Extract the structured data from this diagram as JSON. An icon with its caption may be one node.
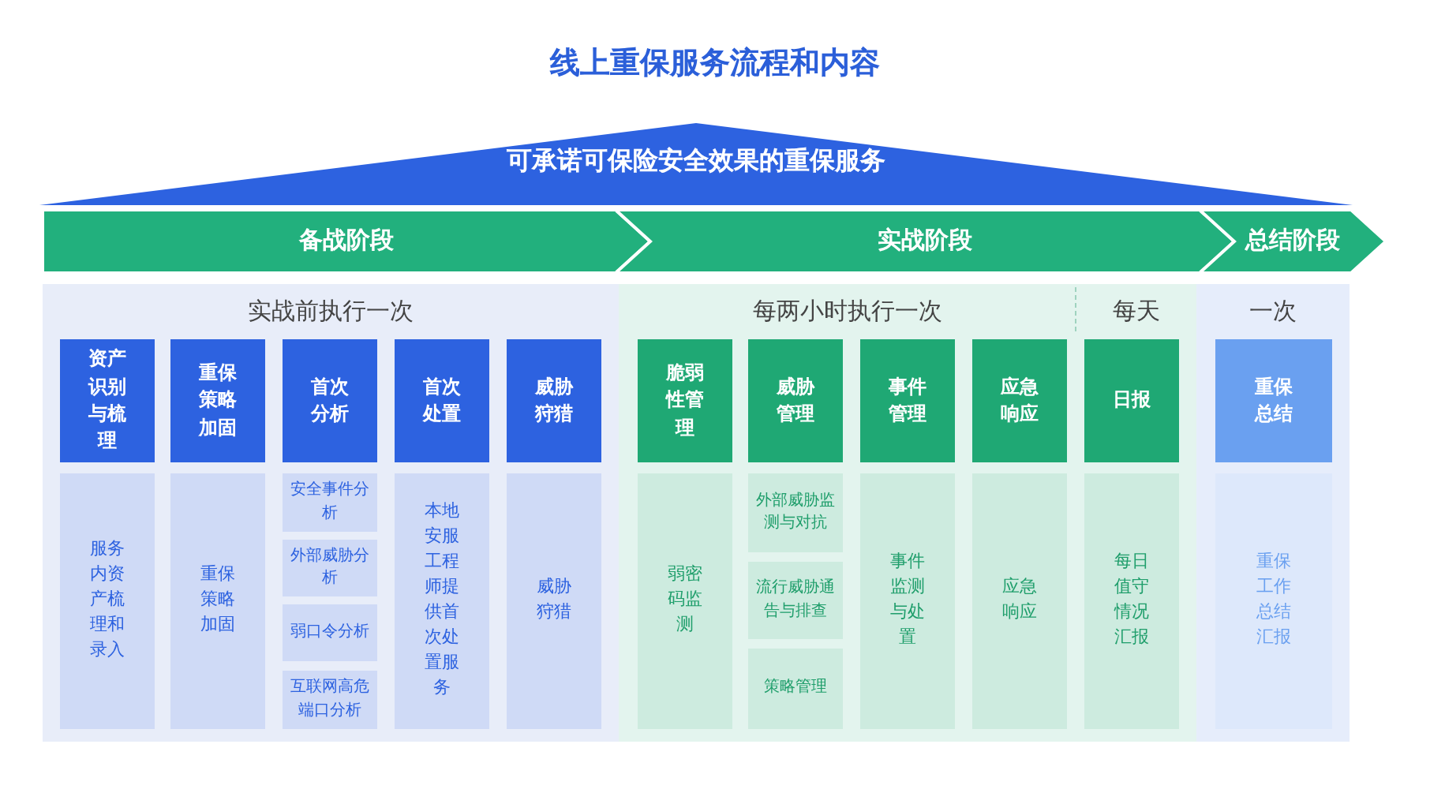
{
  "diagram": {
    "title": "线上重保服务流程和内容",
    "nodes": [
      {
        "text": [
          "可承诺可保险安全效果的重保服务"
        ]
      },
      {
        "text": [
          "备战阶段"
        ]
      },
      {
        "text": [
          "实战阶段"
        ]
      },
      {
        "text": [
          "总结阶段"
        ]
      },
      {
        "text": [
          "实战前执行一次"
        ]
      },
      {
        "text": [
          "每两小时执行一次",
          "每天"
        ]
      },
      {
        "text": [
          "一次"
        ]
      },
      {
        "text": [
          "资产识别与梳理"
        ],
        "in": 4
      },
      {
        "text": [
          "重保策略加固"
        ],
        "in": 4
      },
      {
        "text": [
          "首次分析"
        ],
        "in": 4
      },
      {
        "text": [
          "首次处置"
        ],
        "in": 4
      },
      {
        "text": [
          "威胁狩猎"
        ],
        "in": 4
      },
      {
        "text": [
          "服务内资产梳理和录入"
        ],
        "in": 4
      },
      {
        "text": [
          "重保策略加固"
        ],
        "in": 4
      },
      {
        "text": [
          "安全事件分析"
        ],
        "in": 4
      },
      {
        "text": [
          "外部威胁分析"
        ],
        "in": 4
      },
      {
        "text": [
          "弱口令分析"
        ],
        "in": 4
      },
      {
        "text": [
          "互联网高危端口分析"
        ],
        "in": 4
      },
      {
        "text": [
          "本地安服工程师提供首次处置服务"
        ],
        "in": 4
      },
      {
        "text": [
          "威胁狩猎"
        ],
        "in": 4
      },
      {
        "text": [
          "脆弱性管理"
        ],
        "in": 5
      },
      {
        "text": [
          "威胁管理"
        ],
        "in": 5
      },
      {
        "text": [
          "事件管理"
        ],
        "in": 5
      },
      {
        "text": [
          "应急响应"
        ],
        "in": 5
      },
      {
        "text": [
          "日报"
        ],
        "in": 5
      },
      {
        "text": [
          "弱密码监测"
        ],
        "in": 5
      },
      {
        "text": [
          "外部威胁监测与对抗"
        ],
        "in": 5
      },
      {
        "text": [
          "流行威胁通告与排查"
        ],
        "in": 5
      },
      {
        "text": [
          "策略管理"
        ],
        "in": 5
      },
      {
        "text": [
          "事件监测与处置"
        ],
        "in": 5
      },
      {
        "text": [
          "应急响应"
        ],
        "in": 5
      },
      {
        "text": [
          "每日值守情况汇报"
        ],
        "in": 5
      },
      {
        "text": [
          "重保总结"
        ],
        "in": 6
      },
      {
        "text": [
          "重保工作总结汇报"
        ],
        "in": 6
      }
    ]
  }
}
